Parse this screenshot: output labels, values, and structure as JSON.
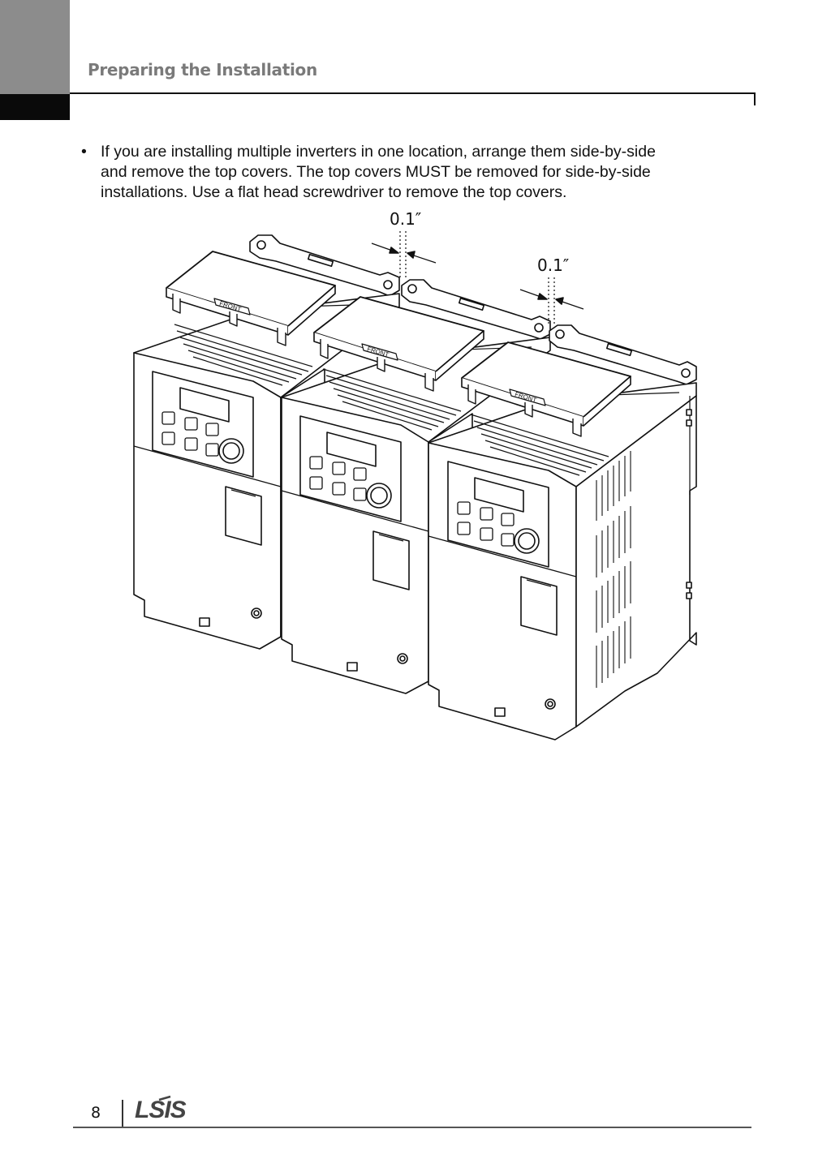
{
  "header": {
    "section_title": "Preparing the Installation"
  },
  "content": {
    "bullet_symbol": "•",
    "bullet_lines": [
      "If you are installing multiple inverters in one location, arrange them side-by-side",
      "and remove the top covers. The top covers MUST be removed for side-by-side",
      "installations. Use a flat head screwdriver to remove the top covers."
    ]
  },
  "figure": {
    "gap_label_1": "0.1″",
    "gap_label_2": "0.1″",
    "cover_label": "FRONT"
  },
  "footer": {
    "page_number": "8",
    "logo_text": "LSIS"
  }
}
